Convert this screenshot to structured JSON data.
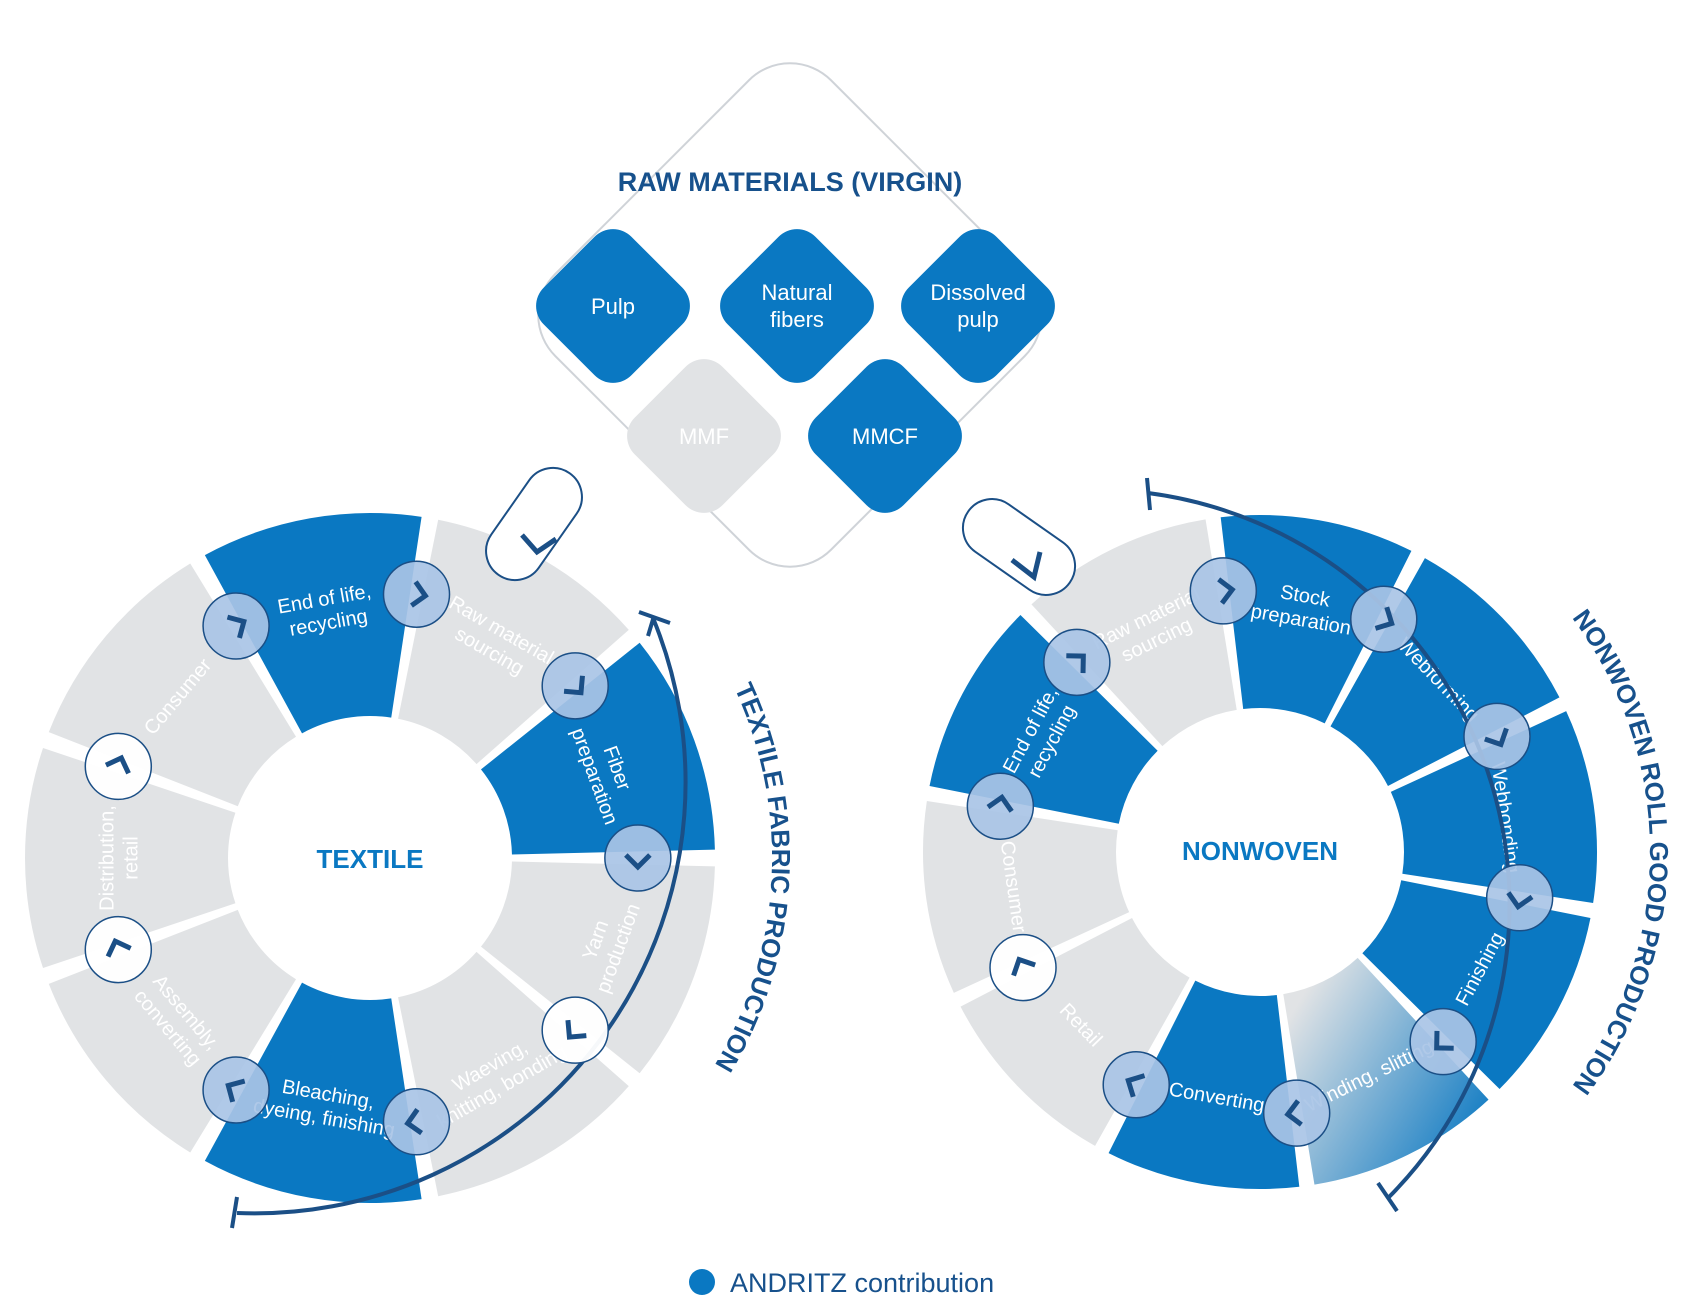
{
  "colors": {
    "blue": "#0a78c2",
    "dark_blue": "#1b4f86",
    "title_blue": "#17518c",
    "gray": "#e1e3e5",
    "gray_text": "#ffffff",
    "chevron_gray": "#5a6a7e",
    "chip_blue": "#a9c4e6",
    "outline": "#cfd3d8"
  },
  "raw_materials": {
    "title": "RAW MATERIALS (VIRGIN)",
    "items": [
      {
        "lines": [
          "Pulp"
        ],
        "contribution": true
      },
      {
        "lines": [
          "Natural",
          "fibers"
        ],
        "contribution": true
      },
      {
        "lines": [
          "Dissolved",
          "pulp"
        ],
        "contribution": true
      },
      {
        "lines": [
          "MMF"
        ],
        "contribution": false
      },
      {
        "lines": [
          "MMCF"
        ],
        "contribution": true
      }
    ]
  },
  "textile_wheel": {
    "center_label": "TEXTILE",
    "arc_label": "TEXTILE FABRIC PRODUCTION",
    "segments": [
      {
        "lines": [
          "Raw material",
          "sourcing"
        ],
        "contribution": false
      },
      {
        "lines": [
          "Fiber",
          "preparation"
        ],
        "contribution": true
      },
      {
        "lines": [
          "Yarn",
          "production"
        ],
        "contribution": false
      },
      {
        "lines": [
          "Waeving,",
          "knitting, bonding"
        ],
        "contribution": false
      },
      {
        "lines": [
          "Bleaching,",
          "dyeing, finishing"
        ],
        "contribution": true
      },
      {
        "lines": [
          "Assembly,",
          "converting"
        ],
        "contribution": false
      },
      {
        "lines": [
          "Distribution,",
          "retail"
        ],
        "contribution": false
      },
      {
        "lines": [
          "Consumer"
        ],
        "contribution": false
      },
      {
        "lines": [
          "End of life,",
          "recycling"
        ],
        "contribution": true
      }
    ]
  },
  "nonwoven_wheel": {
    "center_label": "NONWOVEN",
    "arc_label": "NONWOVEN ROLL GOOD PRODUCTION",
    "segments": [
      {
        "lines": [
          "Stock",
          "preparation"
        ],
        "contribution": true
      },
      {
        "lines": [
          "Webforming"
        ],
        "contribution": true
      },
      {
        "lines": [
          "Webbonding"
        ],
        "contribution": true
      },
      {
        "lines": [
          "Finishing"
        ],
        "contribution": true
      },
      {
        "lines": [
          "Winding, slitting"
        ],
        "contribution": "partial"
      },
      {
        "lines": [
          "Converting"
        ],
        "contribution": true
      },
      {
        "lines": [
          "Retail"
        ],
        "contribution": false
      },
      {
        "lines": [
          "Consumer"
        ],
        "contribution": false
      },
      {
        "lines": [
          "End of life,",
          "recycling"
        ],
        "contribution": true
      },
      {
        "lines": [
          "Raw material",
          "sourcing"
        ],
        "contribution": false
      }
    ]
  },
  "legend": {
    "label": "ANDRITZ contribution"
  }
}
